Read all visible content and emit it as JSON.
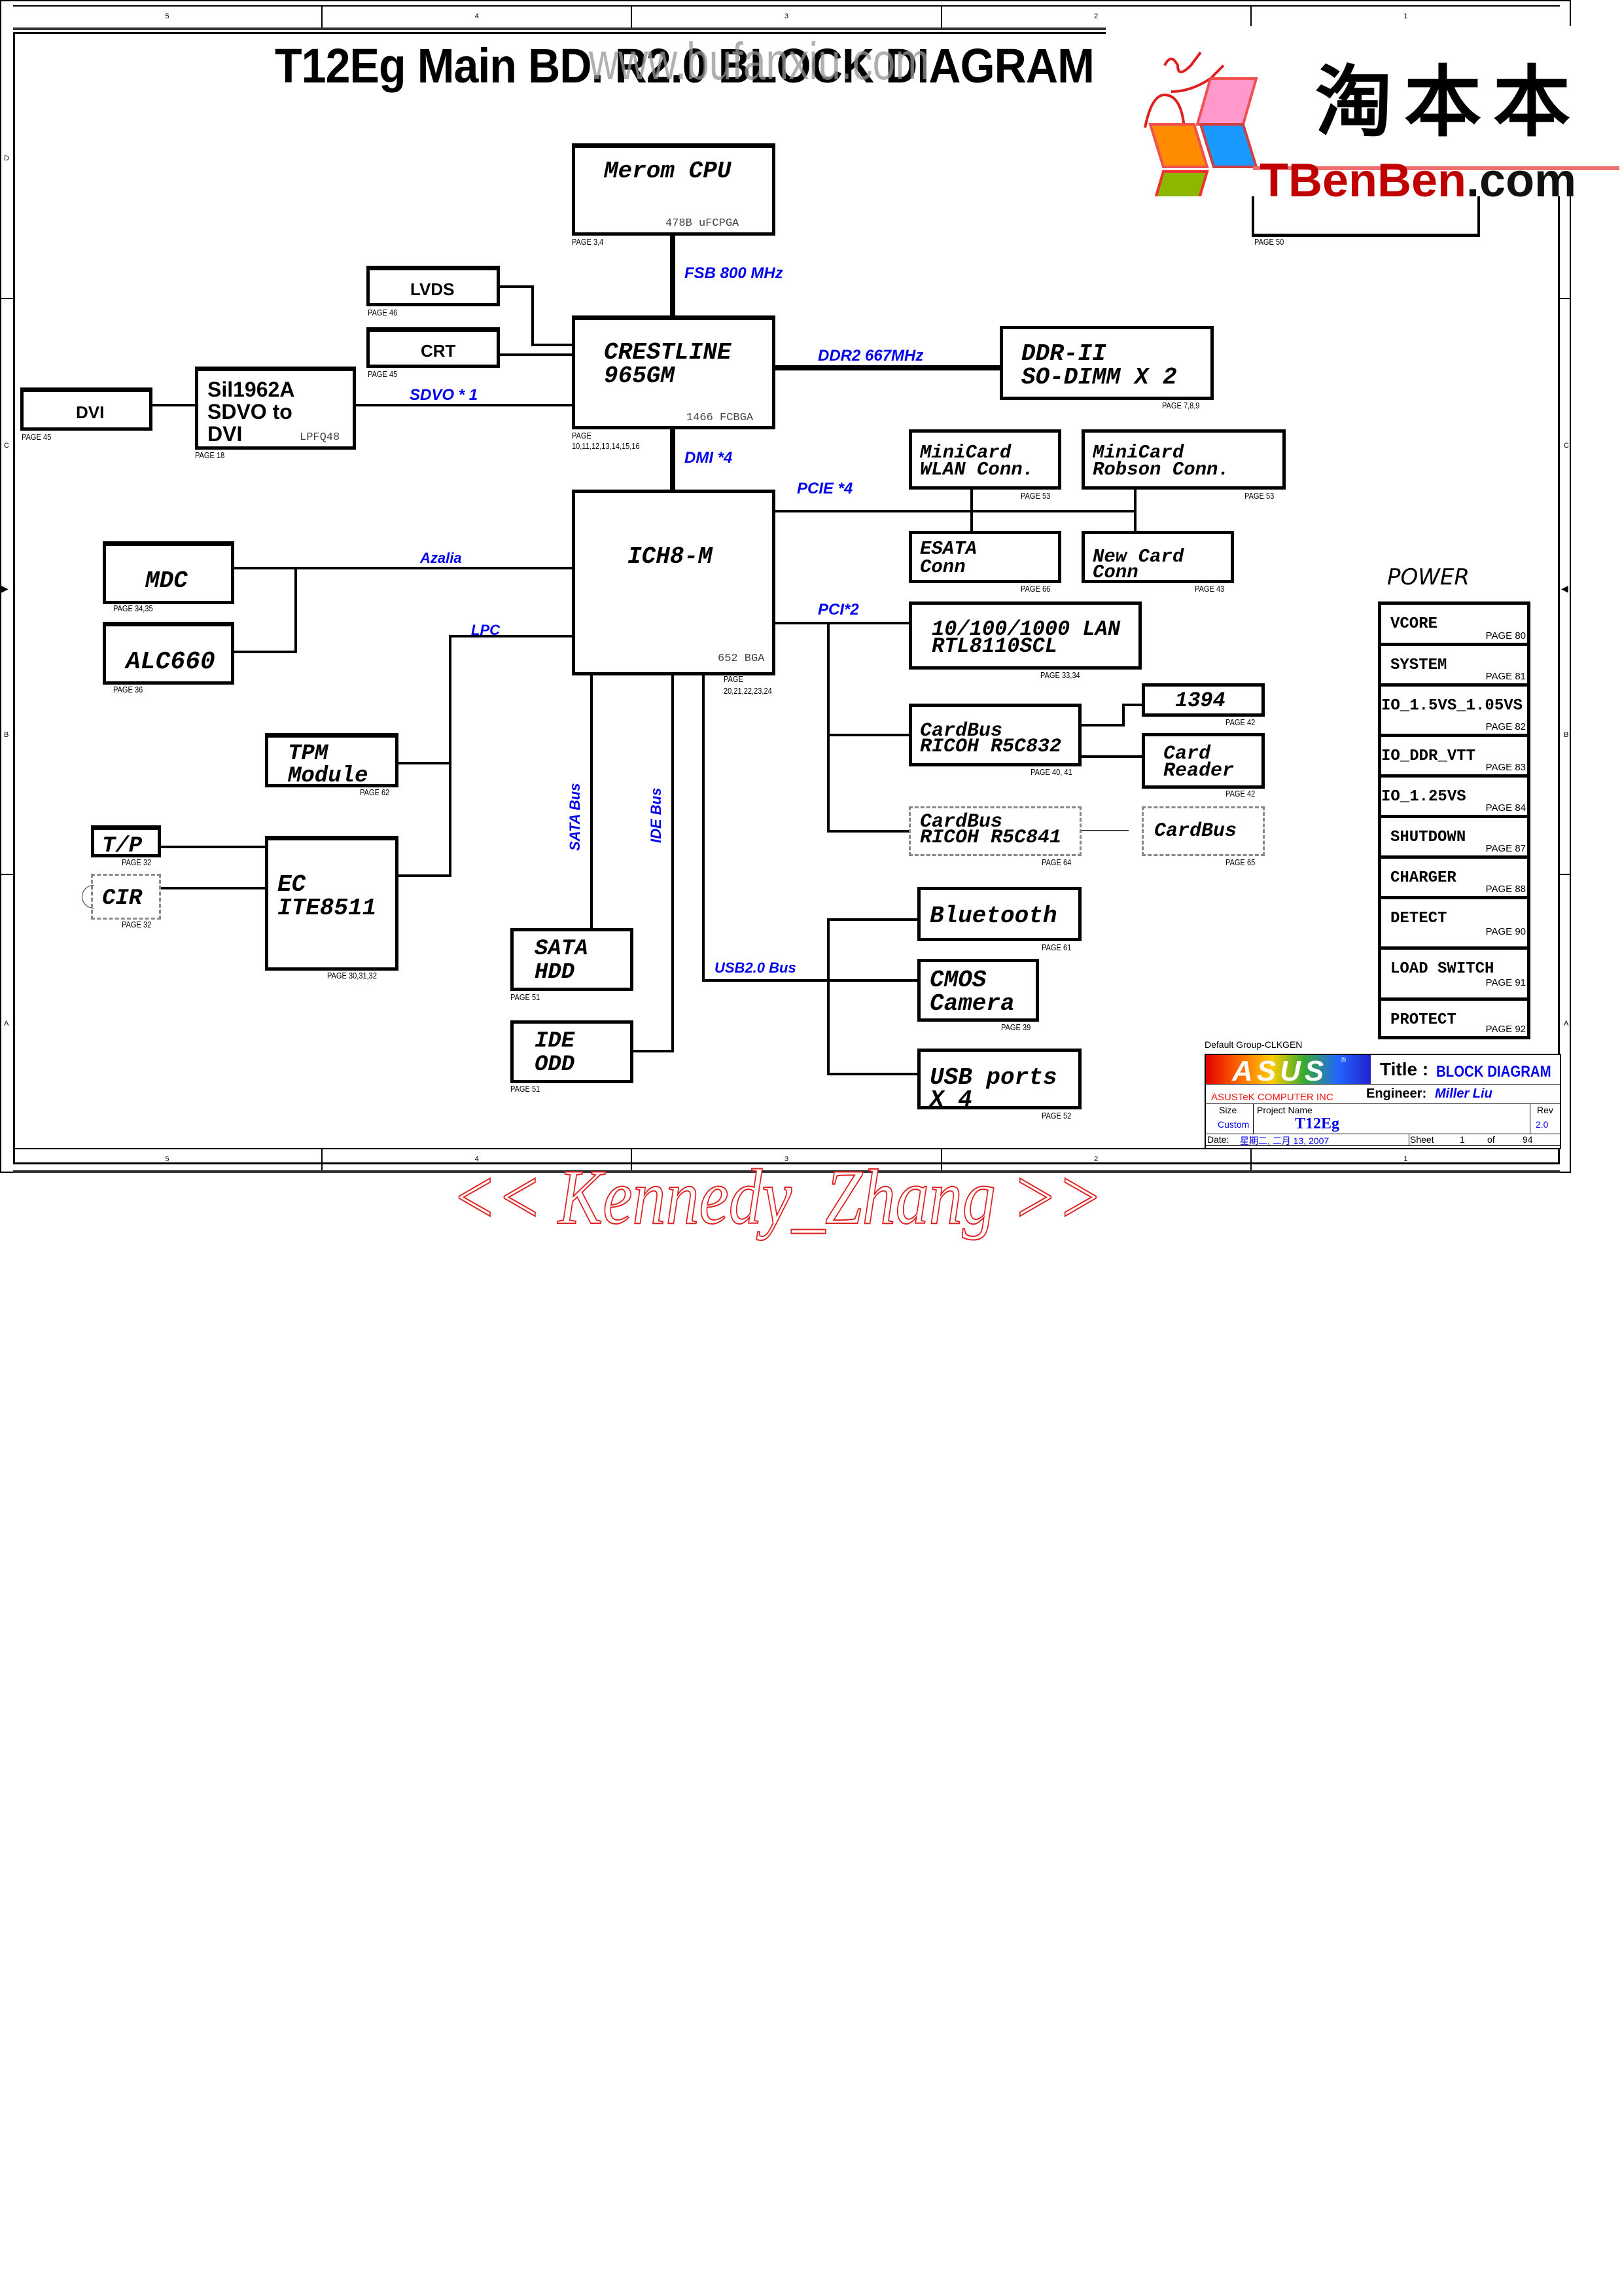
{
  "sheet": {
    "title": "T12Eg Main BD. R2.0 BLOCK DIAGRAM",
    "watermark_url": "www.bufanxiu.com",
    "watermark_author": "<< Kennedy_Zhang >>",
    "column_markers": [
      "5",
      "4",
      "3",
      "2",
      "1"
    ],
    "row_markers": [
      "D",
      "C",
      "B",
      "A"
    ]
  },
  "logo": {
    "chinese_text": "淘本本",
    "brand_text": "TBenBen",
    "domain_suffix": ".com",
    "colors": {
      "pink": "#ff99cc",
      "orange": "#ff8c00",
      "blue": "#1a99ff",
      "green": "#8db600",
      "red": "#cc0000"
    }
  },
  "blocks": {
    "cpu": {
      "name": "Merom CPU",
      "package": "478B uFCPGA",
      "page": "PAGE 3,4"
    },
    "lvds": {
      "name": "LVDS",
      "page": "PAGE 46"
    },
    "crt": {
      "name": "CRT",
      "page": "PAGE 45"
    },
    "northbridge": {
      "line1": "CRESTLINE",
      "line2": "965GM",
      "package": "1466 FCBGA",
      "page_label": "PAGE",
      "pages": "10,11,12,13,14,15,16"
    },
    "dvi": {
      "name": "DVI",
      "page": "PAGE 45"
    },
    "sdvo": {
      "line1": "Sil1962A",
      "line2": "SDVO to",
      "line3": "DVI",
      "package": "LPFQ48",
      "page": "PAGE 18"
    },
    "ddr": {
      "line1": "DDR-II",
      "line2": "SO-DIMM X 2",
      "page": "PAGE 7,8,9"
    },
    "southbridge": {
      "name": "ICH8-M",
      "package": "652 BGA",
      "page_label": "PAGE",
      "pages": "20,21,22,23,24"
    },
    "minicard_wlan": {
      "line1": "MiniCard",
      "line2": "WLAN Conn.",
      "page": "PAGE 53"
    },
    "minicard_robson": {
      "line1": "MiniCard",
      "line2": "Robson Conn.",
      "page": "PAGE 53"
    },
    "esata": {
      "line1": "ESATA",
      "line2": "Conn",
      "page": "PAGE 66"
    },
    "newcard": {
      "line1": "New Card",
      "line2": "Conn",
      "page": "PAGE 43"
    },
    "lan": {
      "line1": "10/100/1000 LAN",
      "line2": "RTL8110SCL",
      "page": "PAGE 33,34"
    },
    "ieee1394": {
      "name": "1394",
      "page": "PAGE 42"
    },
    "cardbus_832": {
      "line1": "CardBus",
      "line2": "RICOH R5C832",
      "page": "PAGE 40, 41"
    },
    "card_reader": {
      "line1": "Card",
      "line2": "Reader",
      "page": "PAGE 42"
    },
    "cardbus_841": {
      "line1": "CardBus",
      "line2": "RICOH R5C841",
      "page": "PAGE 64"
    },
    "cardbus_slot": {
      "name": "CardBus",
      "page": "PAGE 65"
    },
    "bluetooth": {
      "name": "Bluetooth",
      "page": "PAGE 61"
    },
    "cmos_camera": {
      "line1": "CMOS",
      "line2": "Camera",
      "page": "PAGE 39"
    },
    "usb_ports": {
      "line1": "USB ports",
      "line2": "X 4",
      "page": "PAGE 52"
    },
    "mdc": {
      "name": "MDC",
      "page": "PAGE 34,35"
    },
    "alc660": {
      "name": "ALC660",
      "page": "PAGE 36"
    },
    "tpm": {
      "line1": "TPM",
      "line2": "Module",
      "page": "PAGE 62"
    },
    "tp": {
      "name": "T/P",
      "page": "PAGE 32"
    },
    "cir": {
      "name": "CIR",
      "page": "PAGE 32"
    },
    "ec": {
      "line1": "EC",
      "line2": "ITE8511",
      "page": "PAGE 30,31,32"
    },
    "sata_hdd": {
      "line1": "SATA",
      "line2": "HDD",
      "page": "PAGE 51"
    },
    "ide_odd": {
      "line1": "IDE",
      "line2": "ODD",
      "page": "PAGE 51"
    },
    "hidden_block": {
      "page": "PAGE 50"
    }
  },
  "buses": {
    "fsb": "FSB 800 MHz",
    "ddr2": "DDR2 667MHz",
    "sdvo": "SDVO * 1",
    "dmi": "DMI *4",
    "pcie": "PCIE *4",
    "pci": "PCI*2",
    "azalia": "Azalia",
    "lpc": "LPC",
    "sata": "SATA Bus",
    "ide": "IDE Bus",
    "usb": "USB2.0 Bus"
  },
  "power": {
    "title": "POWER",
    "items": [
      {
        "label": "VCORE",
        "page": "PAGE 80"
      },
      {
        "label": "SYSTEM",
        "page": "PAGE 81"
      },
      {
        "label": "IO_1.5VS_1.05VS",
        "page": "PAGE 82"
      },
      {
        "label": "IO_DDR_VTT",
        "page": "PAGE 83"
      },
      {
        "label": "IO_1.25VS",
        "page": "PAGE 84"
      },
      {
        "label": "SHUTDOWN",
        "page": "PAGE 87"
      },
      {
        "label": "CHARGER",
        "page": "PAGE 88"
      },
      {
        "label": "DETECT",
        "page": "PAGE 90"
      },
      {
        "label": "LOAD SWITCH",
        "page": "PAGE 91"
      },
      {
        "label": "PROTECT",
        "page": "PAGE 92"
      }
    ]
  },
  "title_block": {
    "group": "Default Group-CLKGEN",
    "brand": "ASUS",
    "company": "ASUSTeK COMPUTER INC",
    "title_label": "Title :",
    "title_value": "BLOCK DIAGRAM",
    "engineer_label": "Engineer:",
    "engineer_value": "Miller Liu",
    "size_label": "Size",
    "size_value": "Custom",
    "project_label": "Project Name",
    "project_value": "T12Eg",
    "rev_label": "Rev",
    "rev_value": "2.0",
    "date_label": "Date:",
    "date_value": "星期二, 二月 13, 2007",
    "sheet_label": "Sheet",
    "sheet_value": "1",
    "of_label": "of",
    "total_sheets": "94"
  }
}
